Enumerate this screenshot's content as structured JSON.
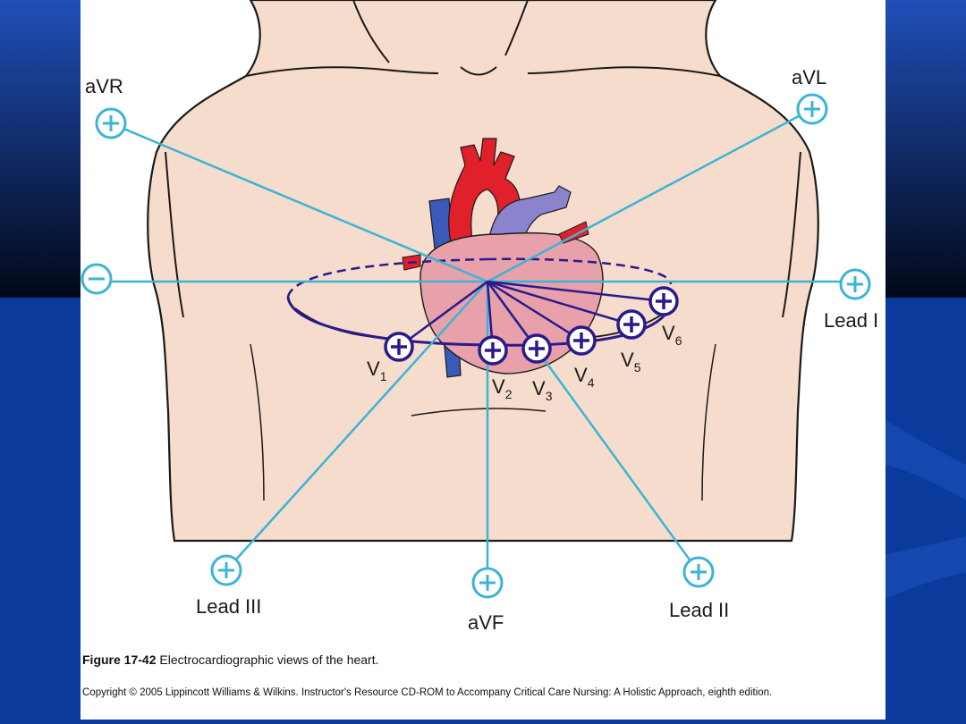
{
  "diagram": {
    "labels": {
      "avr": "aVR",
      "avl": "aVL",
      "lead_i": "Lead I",
      "lead_ii": "Lead II",
      "lead_iii": "Lead III",
      "avf": "aVF"
    },
    "precordial": [
      {
        "letter": "V",
        "sub": "1"
      },
      {
        "letter": "V",
        "sub": "2"
      },
      {
        "letter": "V",
        "sub": "3"
      },
      {
        "letter": "V",
        "sub": "4"
      },
      {
        "letter": "V",
        "sub": "5"
      },
      {
        "letter": "V",
        "sub": "6"
      }
    ]
  },
  "caption": {
    "figure_number": "Figure 17-42",
    "text": " Electrocardiographic views of the heart."
  },
  "copyright": "Copyright © 2005 Lippincott Williams & Wilkins.  Instructor's Resource CD-ROM to Accompany Critical Care Nursing: A Holistic Approach, eighth edition.",
  "colors": {
    "slide_blue": "#0a3a9c",
    "skin": "#f6dccc",
    "lead_line": "#3bb4d6",
    "precordial": "#2a1a8c",
    "aorta": "#e0202a",
    "vena_cava": "#3a5ab8",
    "heart": "#e8a0aa"
  }
}
